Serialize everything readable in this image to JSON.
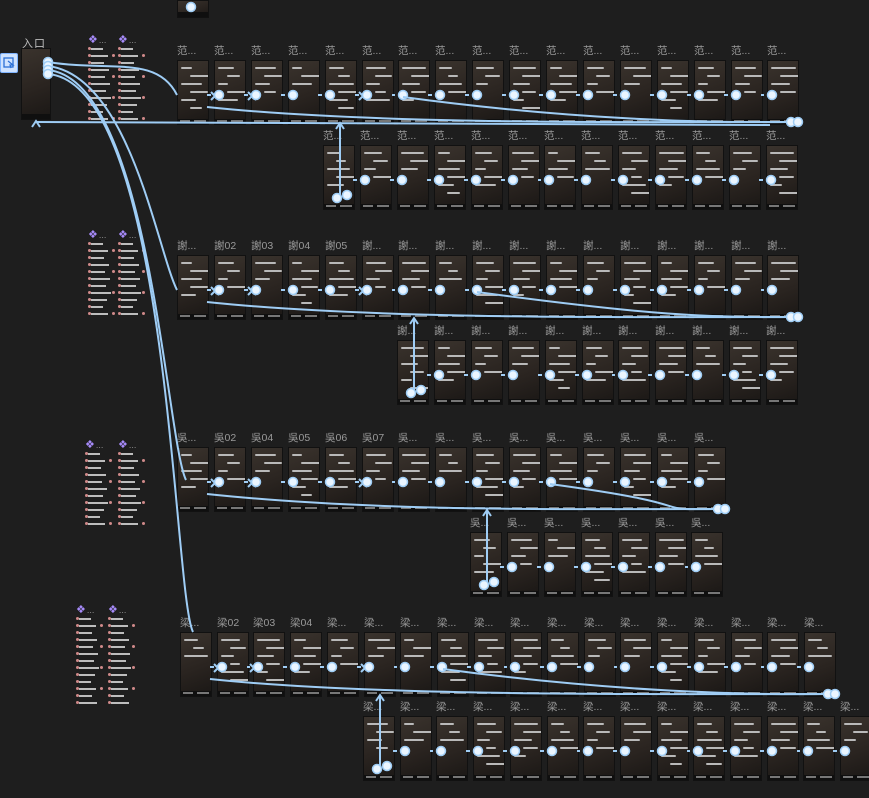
{
  "entry": {
    "label": "入口"
  },
  "components": {
    "title": "..."
  },
  "prefixes": {
    "fan": "范",
    "xie": "謝",
    "wu": "吳",
    "liang": "梁"
  },
  "groups": [
    {
      "id": "fan",
      "row1_titles": [
        "范...",
        "范...",
        "范...",
        "范...",
        "范...",
        "范...",
        "范...",
        "范...",
        "范...",
        "范...",
        "范...",
        "范...",
        "范...",
        "范...",
        "范...",
        "范...",
        "范..."
      ],
      "row2_titles": [
        "范...",
        "范...",
        "范...",
        "范...",
        "范...",
        "范...",
        "范...",
        "范...",
        "范...",
        "范...",
        "范...",
        "范...",
        "范..."
      ]
    },
    {
      "id": "xie",
      "row1_titles": [
        "謝...",
        "謝02",
        "謝03",
        "謝04",
        "謝05",
        "謝...",
        "謝...",
        "謝...",
        "謝...",
        "謝...",
        "謝...",
        "謝...",
        "謝...",
        "謝...",
        "謝...",
        "謝...",
        "謝..."
      ],
      "row2_titles": [
        "謝...",
        "謝...",
        "謝...",
        "謝...",
        "謝...",
        "謝...",
        "謝...",
        "謝...",
        "謝...",
        "謝...",
        "謝..."
      ]
    },
    {
      "id": "wu",
      "row1_titles": [
        "吳...",
        "吳02",
        "吳04",
        "吳05",
        "吳06",
        "吳07",
        "吳...",
        "吳...",
        "吳...",
        "吳...",
        "吳...",
        "吳...",
        "吳...",
        "吳...",
        "吳..."
      ],
      "row2_titles": [
        "吳...",
        "吳...",
        "吳...",
        "吳...",
        "吳...",
        "吳...",
        "吳..."
      ]
    },
    {
      "id": "liang",
      "row1_titles": [
        "梁...",
        "梁02",
        "梁03",
        "梁04",
        "梁...",
        "梁...",
        "梁...",
        "梁...",
        "梁...",
        "梁...",
        "梁...",
        "梁...",
        "梁...",
        "梁...",
        "梁...",
        "梁...",
        "梁...",
        "梁..."
      ],
      "row2_titles": [
        "梁...",
        "梁...",
        "梁...",
        "梁...",
        "梁...",
        "梁...",
        "梁...",
        "梁...",
        "梁...",
        "梁...",
        "梁...",
        "梁...",
        "梁...",
        "梁..."
      ]
    }
  ],
  "colors": {
    "background": "#1e1e1e",
    "connector": "#9fcdf5",
    "node": "#eaf5ff",
    "component_icon": "#a78bfa"
  }
}
